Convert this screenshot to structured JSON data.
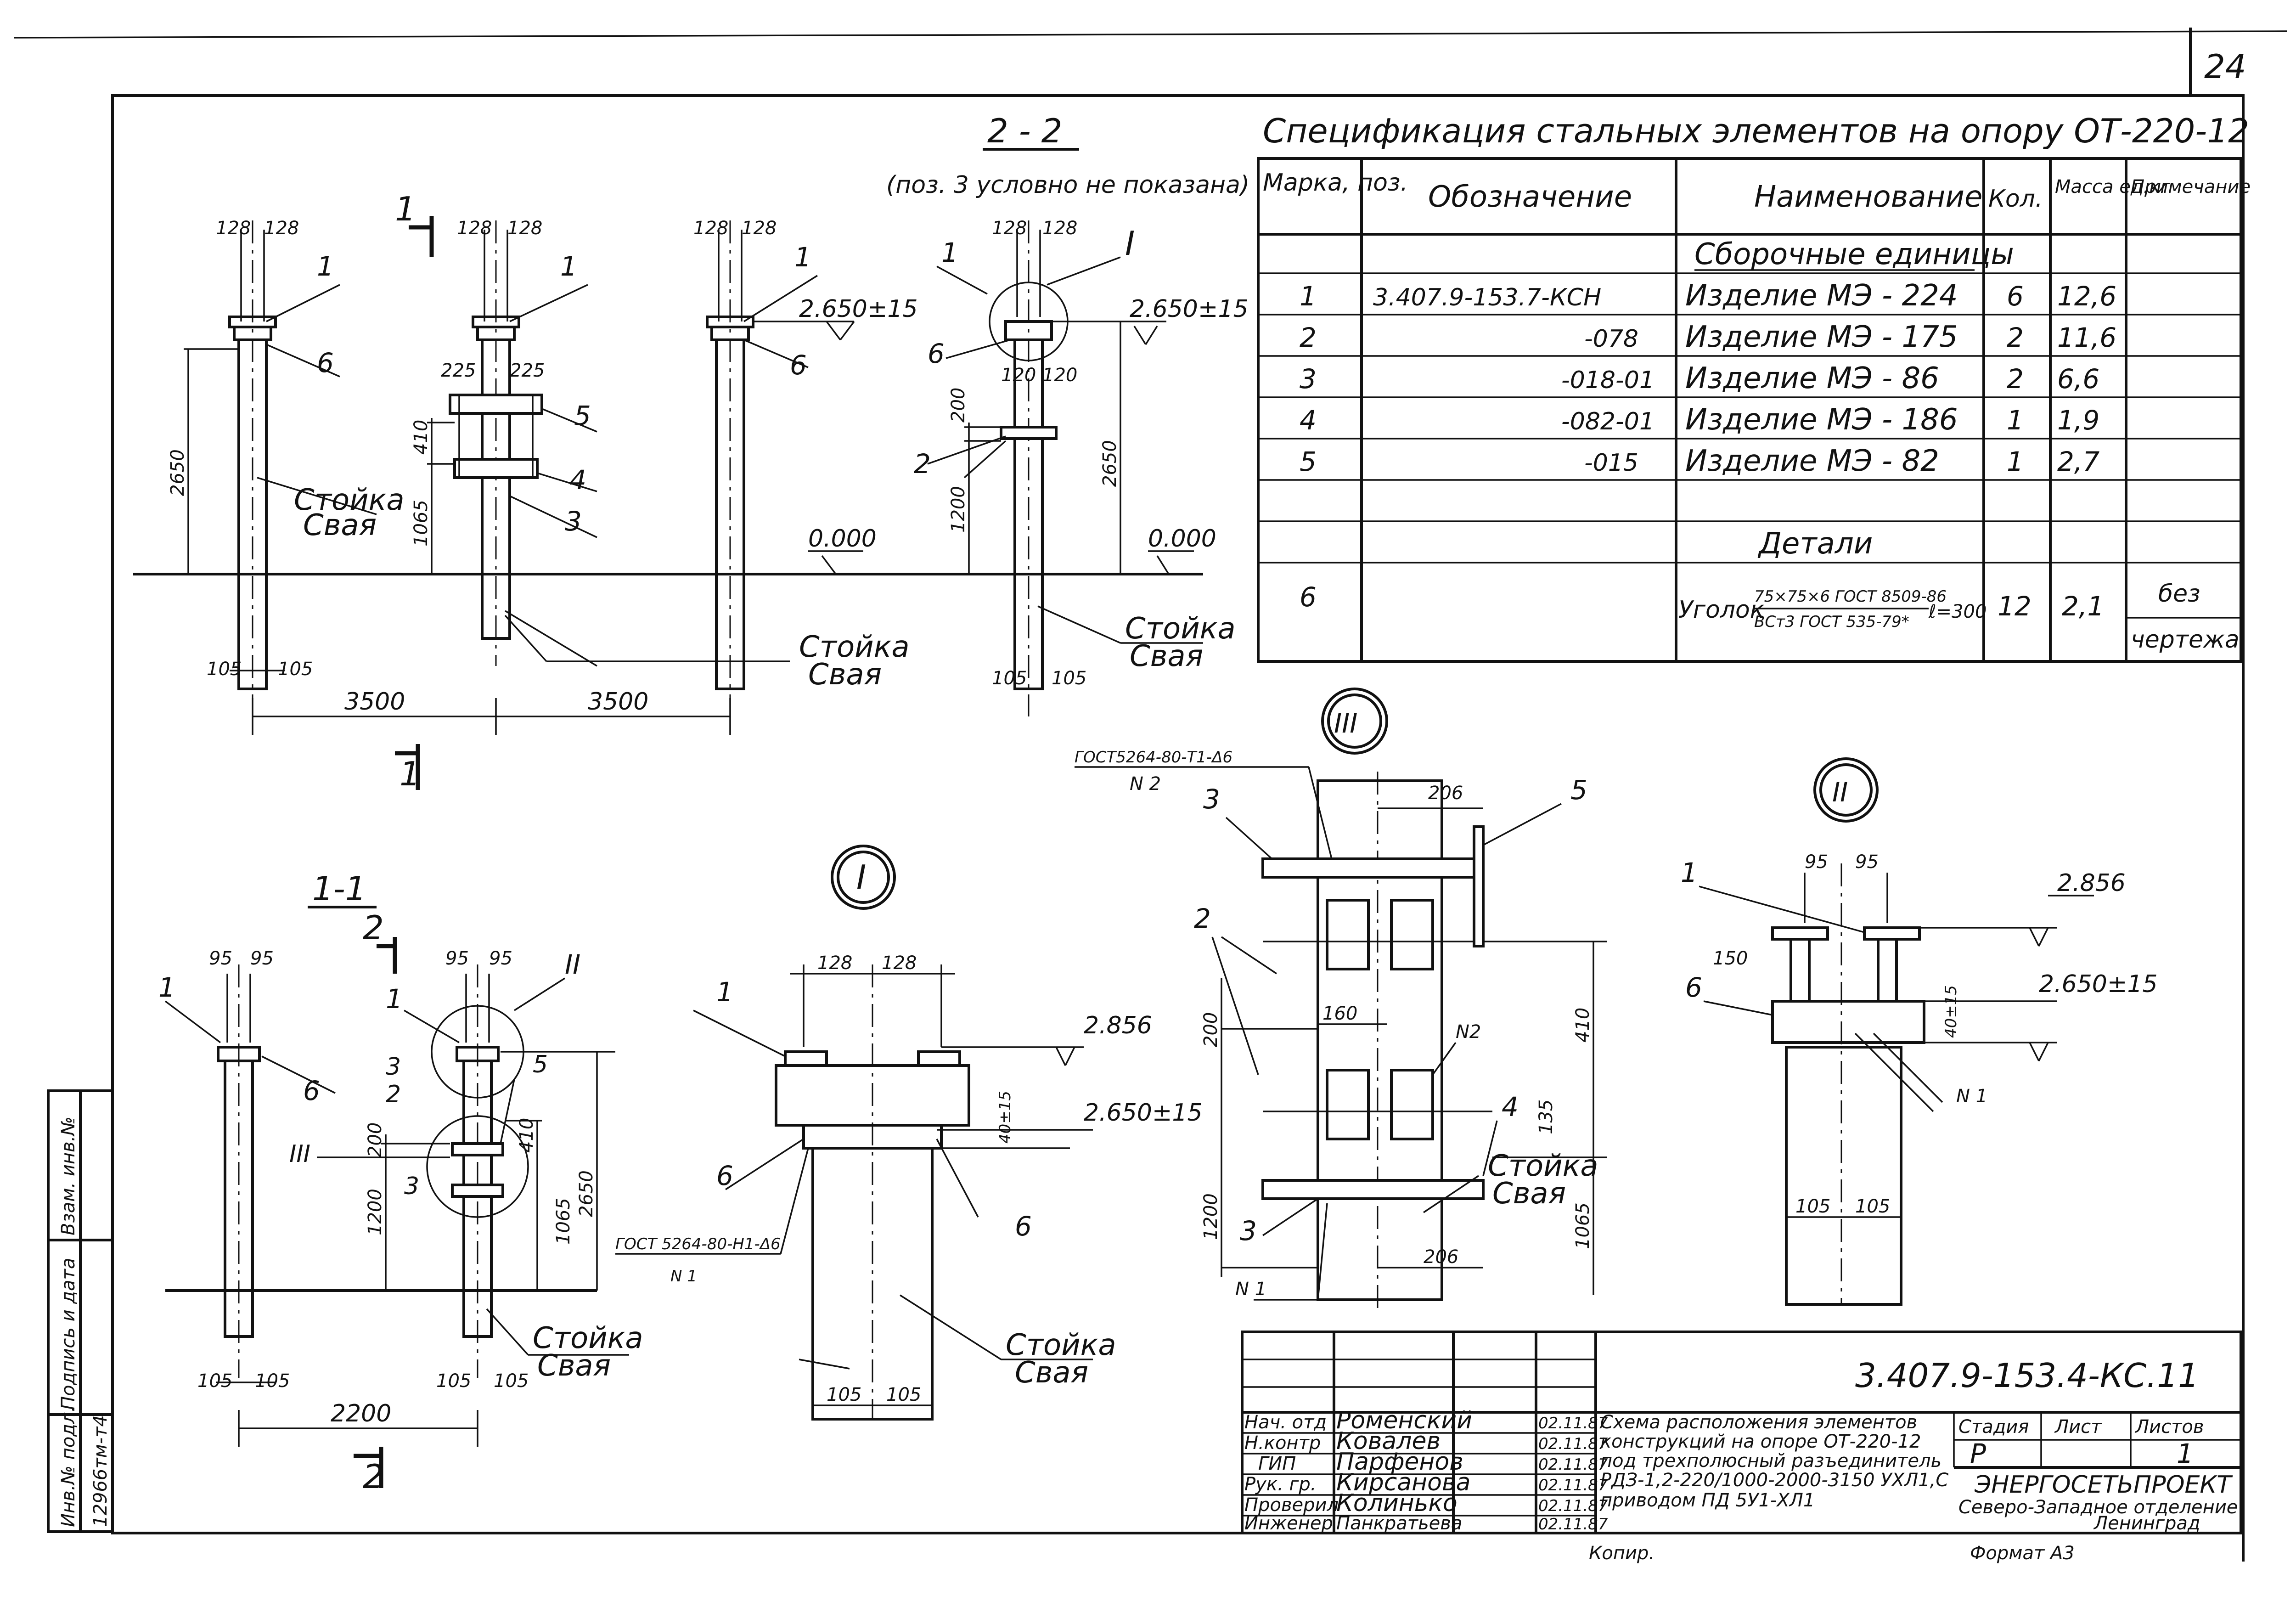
{
  "sheet": {
    "page_number": "24"
  },
  "section_2_2": {
    "title": "2 - 2",
    "note": "(поз. 3 условно не показана)"
  },
  "section_1_1": {
    "title": "1-1"
  },
  "cut_marks": {
    "one": "1",
    "two": "2"
  },
  "node_labels": {
    "I": "I",
    "II": "II",
    "III": "III"
  },
  "markers": {
    "1": "1",
    "2": "2",
    "3": "3",
    "4": "4",
    "5": "5",
    "6": "6"
  },
  "levels": {
    "zero": "0.000",
    "top": "2.650±15",
    "bolt": "2.856"
  },
  "labels": {
    "stoika": "Стойка",
    "svaya": "Свая"
  },
  "dims": {
    "d128": "128",
    "d225": "225",
    "d95": "95",
    "d105": "105",
    "d120": "120",
    "d200": "200",
    "d410": "410",
    "d1065": "1065",
    "d1200": "1200",
    "d2650": "2650",
    "d3500": "3500",
    "d2200": "2200",
    "d150": "150",
    "d160": "160",
    "d206": "206",
    "d135": "135",
    "d40": "40±15"
  },
  "welds": {
    "gost_t1": "ГОСТ5264-80-Т1-Δ6",
    "n2": "N 2",
    "gost_h1": "ГОСТ 5264-80-Н1-Δ6",
    "n1": "N 1",
    "n2b": "N2",
    "n1b": "N 1"
  },
  "spec": {
    "title": "Спецификация стальных элементов на опору ОТ-220-12",
    "headers": {
      "mark": "Марка, поз.",
      "designation": "Обозначение",
      "name": "Наименование",
      "qty": "Кол.",
      "mass": "Масса ед.кг",
      "note": "Примечание"
    },
    "group_assembly": "Сборочные единицы",
    "group_details": "Детали",
    "rows": [
      {
        "pos": "1",
        "designation": "3.407.9-153.7-КСН",
        "name": "Изделие   МЭ - 224",
        "qty": "6",
        "mass": "12,6"
      },
      {
        "pos": "2",
        "designation": "-078",
        "name": "Изделие   МЭ - 175",
        "qty": "2",
        "mass": "11,6"
      },
      {
        "pos": "3",
        "designation": "-018-01",
        "name": "Изделие   МЭ - 86",
        "qty": "2",
        "mass": "6,6"
      },
      {
        "pos": "4",
        "designation": "-082-01",
        "name": "Изделие   МЭ - 186",
        "qty": "1",
        "mass": "1,9"
      },
      {
        "pos": "5",
        "designation": "-015",
        "name": "Изделие   МЭ - 82",
        "qty": "1",
        "mass": "2,7"
      }
    ],
    "detail_row": {
      "pos": "6",
      "name_prefix": "Уголок",
      "name_top": "75×75×6 ГОСТ 8509-86",
      "name_bottom": "ВСт3 ГОСТ 535-79*",
      "length": "ℓ=300",
      "qty": "12",
      "mass": "2,1",
      "note_top": "без",
      "note_bottom": "чертежа"
    }
  },
  "side_stamp": {
    "inv_podl": "Инв.№ подл.",
    "podpis": "Подпись и дата",
    "vzam": "Взам. инв.№",
    "number": "12966тм-т4"
  },
  "title_block": {
    "code": "3.407.9-153.4-КС.11",
    "roles": [
      {
        "role": "Нач. отд",
        "name": "Роменский",
        "date": "02.11.87"
      },
      {
        "role": "Н.контр",
        "name": "Ковалев",
        "date": "02.11.87"
      },
      {
        "role": "ГИП",
        "name": "Парфенов",
        "date": "02.11.87"
      },
      {
        "role": "Рук. гр.",
        "name": "Кирсанова",
        "date": "02.11.87"
      },
      {
        "role": "Проверил",
        "name": "Колинько",
        "date": "02.11.87"
      },
      {
        "role": "Инженер",
        "name": "Панкратьева",
        "date": "02.11.87"
      }
    ],
    "description": [
      "Схема расположения элементов",
      "конструкций на опоре ОТ-220-12",
      "под трехполюсный разъединитель",
      "РДЗ-1,2-220/1000-2000-3150 УХЛ1,С",
      "приводом ПД 5У1-ХЛ1"
    ],
    "stage_label": "Стадия",
    "sheet_label": "Лист",
    "sheets_label": "Листов",
    "stage": "Р",
    "sheets": "1",
    "org1": "ЭНЕРГОСЕТЬПРОЕКТ",
    "org2": "Северо-Западное отделение",
    "org3": "Ленинград",
    "copied": "Копир.",
    "format": "Формат А3"
  }
}
